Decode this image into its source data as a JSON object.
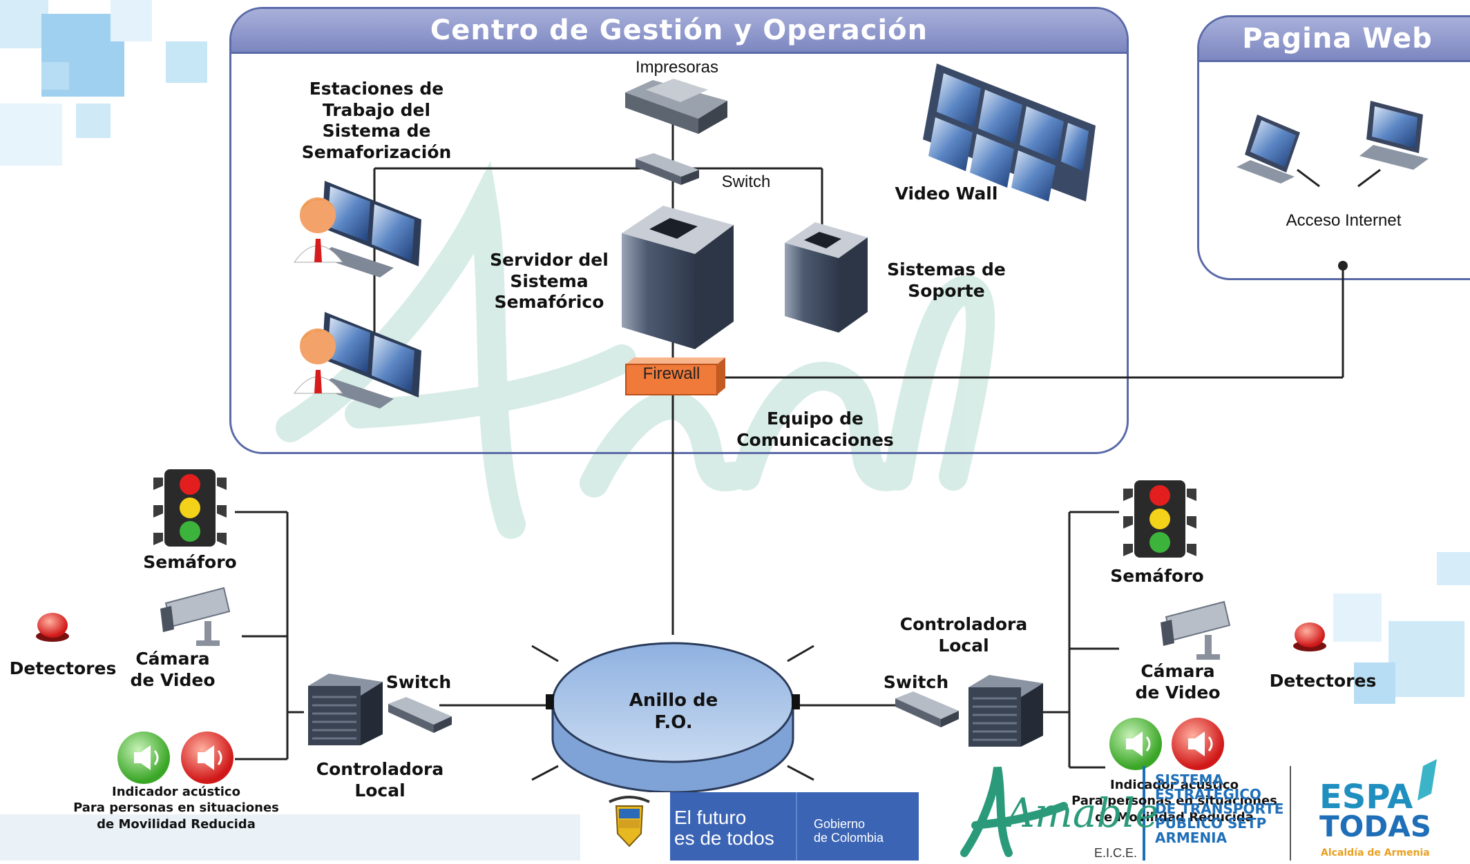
{
  "panels": {
    "center_title": "Centro de Gestión y Operación",
    "web_title": "Pagina Web"
  },
  "labels": {
    "printers": "Impresoras",
    "workstations": "Estaciones de\nTrabajo del\nSistema de\nSemaforización",
    "switch_top": "Switch",
    "video_wall": "Video Wall",
    "server": "Servidor del\nSistema\nSemafórico",
    "support": "Sistemas de\nSoporte",
    "firewall": "Firewall",
    "comm_equipment": "Equipo de\nComunicaciones",
    "internet_access": "Acceso Internet",
    "ring": "Anillo de\nF.O.",
    "left_traffic_light": "Semáforo",
    "left_camera": "Cámara\nde Video",
    "left_detectors": "Detectores",
    "left_switch": "Switch",
    "left_controller": "Controladora\nLocal",
    "left_acoustic": "Indicador acústico\nPara personas en situaciones\nde Movilidad  Reducida",
    "right_controller": "Controladora\nLocal",
    "right_switch": "Switch",
    "right_traffic_light": "Semáforo",
    "right_camera": "Cámara\nde Video",
    "right_detectors": "Detectores",
    "right_acoustic": "Indicador acústico\nPara personas en situaciones\nde Movilidad  Reducida"
  },
  "footer": {
    "gov_slogan": "El futuro\nes de todos",
    "gov_name": "Gobierno\nde Colombia",
    "amable_brand": "Amable",
    "setp_text": "SISTEMA\nESTRATÉGICO\nDE TRANSPORTE\nPÚBLICO SETP\nARMENIA",
    "eice": "E.I.C.E.",
    "espa_top": "ESPA",
    "espa_bottom": "TODAS",
    "alcaldia": "Alcaldía de Armenia"
  },
  "colors": {
    "panel_border": "#5a6aa8",
    "panel_header": "#8c95cc",
    "ring_top": "#b4cbe8",
    "ring_side": "#7fa3d6",
    "firewall": "#f07a3a",
    "gov_blue": "#3b64b4",
    "setp_blue": "#1f6fb8",
    "brand_green": "#2a9a7a"
  }
}
